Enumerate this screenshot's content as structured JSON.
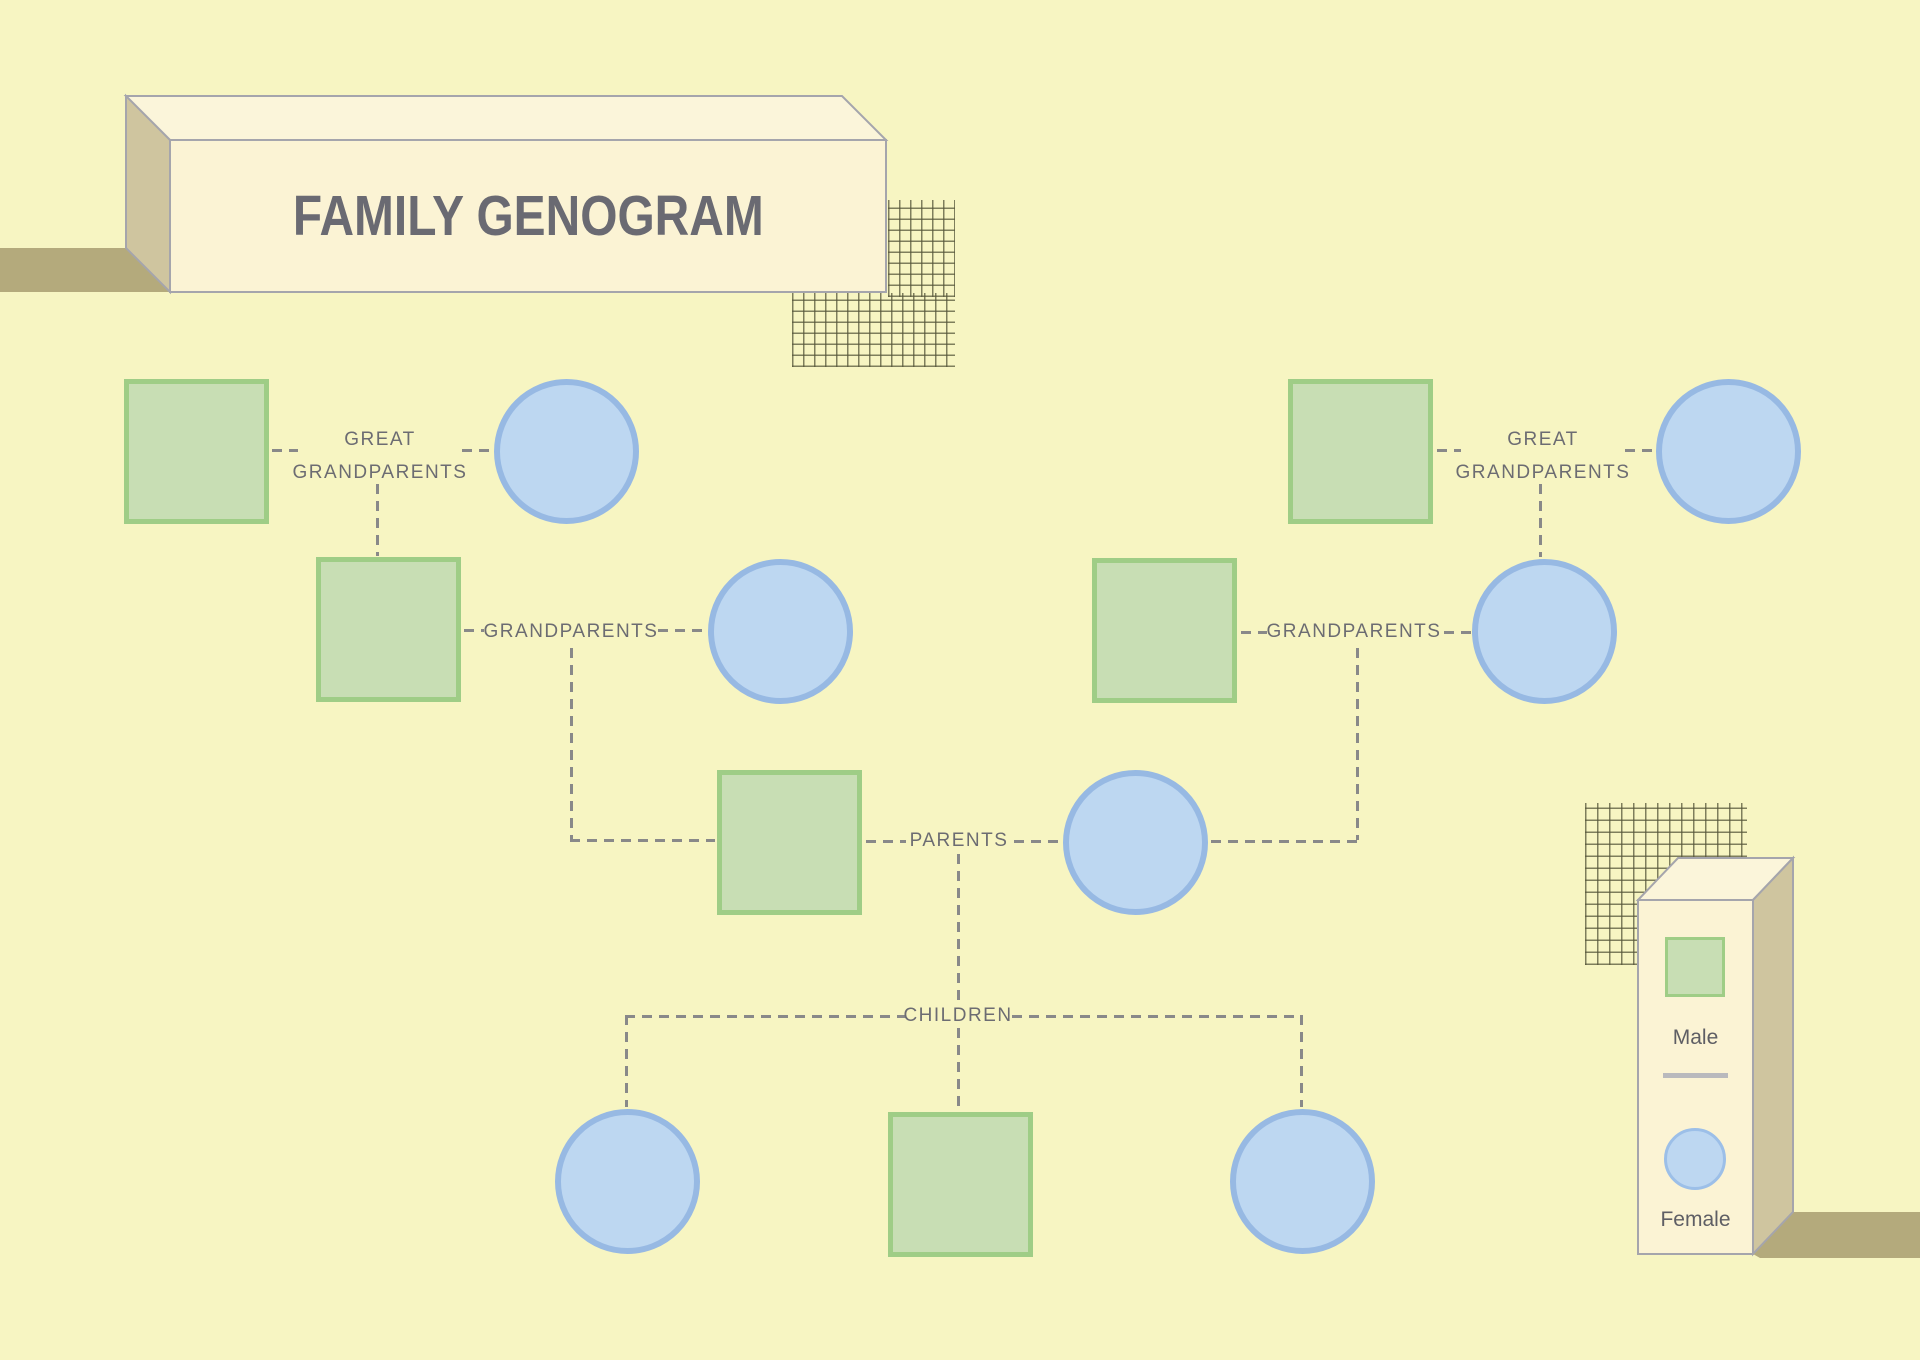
{
  "title": {
    "text": "FAMILY GENOGRAM"
  },
  "groups": {
    "gg_left": {
      "line1": "GREAT",
      "line2": "GRANDPARENTS"
    },
    "gp_left": {
      "label": "GRANDPARENTS"
    },
    "parents": {
      "label": "PARENTS"
    },
    "children": {
      "label": "CHILDREN"
    },
    "gg_right": {
      "line1": "GREAT",
      "line2": "GRANDPARENTS"
    },
    "gp_right": {
      "label": "GRANDPARENTS"
    }
  },
  "legend": {
    "male_label": "Male",
    "female_label": "Female"
  },
  "colors": {
    "background": "#F7F5C2",
    "male_fill": "#C8DEB4",
    "male_border": "#9FCD86",
    "female_fill": "#BDD7F1",
    "female_border": "#97B9E3",
    "connector": "#898989",
    "label_text": "#6C6C72",
    "title_text": "#6A6A72",
    "box_face": "#FBF3D4",
    "box_top": "#FBF5DA",
    "box_side": "#CFC59F",
    "box_shadow": "#B4AA7C"
  }
}
